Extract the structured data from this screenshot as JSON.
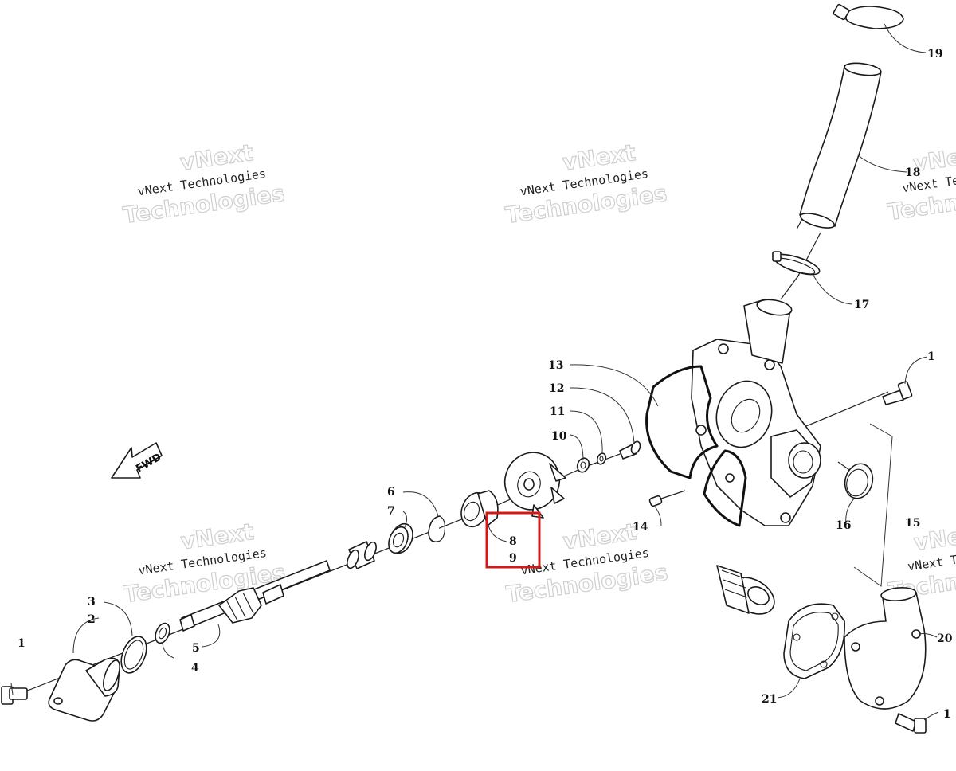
{
  "diagram": {
    "direction_label": "FWD",
    "watermark": {
      "line1": "vNext Technologies",
      "line2": "vNext",
      "line3": "Technologies"
    },
    "callouts": [
      {
        "id": "1a",
        "text": "1"
      },
      {
        "id": "1b",
        "text": "1"
      },
      {
        "id": "1c",
        "text": "1"
      },
      {
        "id": "2",
        "text": "2"
      },
      {
        "id": "3",
        "text": "3"
      },
      {
        "id": "4",
        "text": "4"
      },
      {
        "id": "5",
        "text": "5"
      },
      {
        "id": "6",
        "text": "6"
      },
      {
        "id": "7",
        "text": "7"
      },
      {
        "id": "8",
        "text": "8"
      },
      {
        "id": "9",
        "text": "9"
      },
      {
        "id": "10",
        "text": "10"
      },
      {
        "id": "11",
        "text": "11"
      },
      {
        "id": "12",
        "text": "12"
      },
      {
        "id": "13",
        "text": "13"
      },
      {
        "id": "14",
        "text": "14"
      },
      {
        "id": "15",
        "text": "15"
      },
      {
        "id": "16",
        "text": "16"
      },
      {
        "id": "17",
        "text": "17"
      },
      {
        "id": "18",
        "text": "18"
      },
      {
        "id": "19",
        "text": "19"
      },
      {
        "id": "20",
        "text": "20"
      },
      {
        "id": "21",
        "text": "21"
      }
    ],
    "highlight_color": "#d41818"
  }
}
